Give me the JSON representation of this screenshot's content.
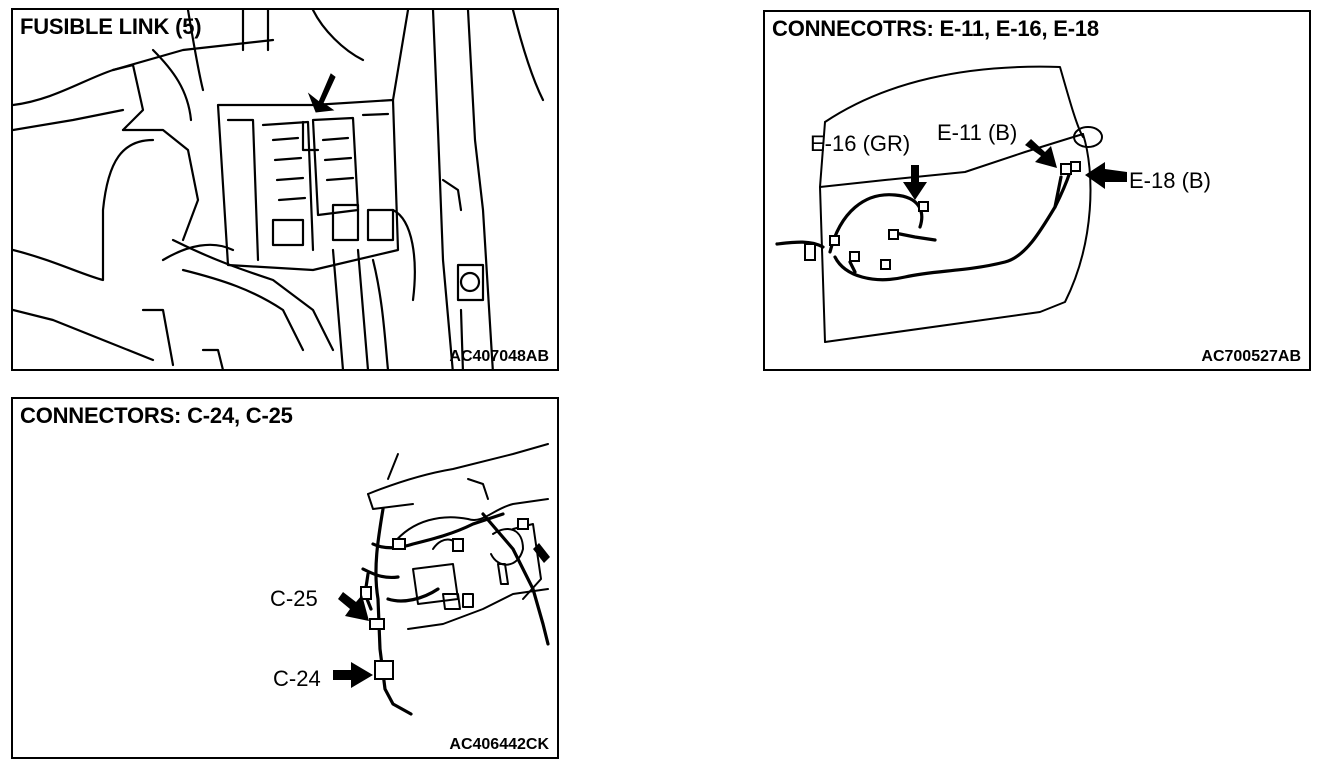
{
  "panels": {
    "fusible_link": {
      "title": "FUSIBLE LINK (5)",
      "code": "AC407048AB"
    },
    "connectors_e": {
      "title": "CONNECOTRS: E-11, E-16, E-18",
      "code": "AC700527AB",
      "labels": {
        "e16": "E-16 (GR)",
        "e11": "E-11 (B)",
        "e18": "E-18 (B)"
      }
    },
    "connectors_c": {
      "title": "CONNECTORS: C-24, C-25",
      "code": "AC406442CK",
      "labels": {
        "c25": "C-25",
        "c24": "C-24"
      }
    }
  },
  "icons": [
    "arrow-icon"
  ]
}
